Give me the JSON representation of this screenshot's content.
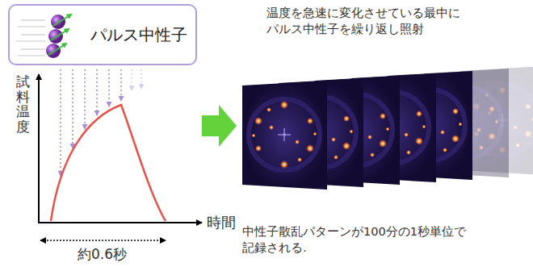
{
  "diagram": {
    "nodes": [
      {
        "text": [
          "パルス中性子"
        ]
      }
    ],
    "labels": [
      "温度を急速に変化させている最中に パルス中性子を繰り返し照射",
      "試料温度",
      "時間",
      "約0.6秒",
      "中性子散乱パターンが100分の1秒単位で 記録される."
    ]
  }
}
